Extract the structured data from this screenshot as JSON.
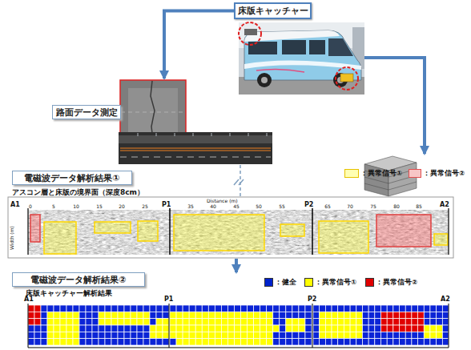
{
  "diagram": {
    "nodes": [
      {
        "text": [
          "床版キャッチャー"
        ]
      },
      {
        "text": [
          "路面データ測定"
        ]
      },
      {
        "text": [
          "電磁波データ解析結果①"
        ]
      },
      {
        "text": [
          "電磁波データ解析結果②"
        ]
      }
    ],
    "edges": [
      {
        "from": 0,
        "to": 1,
        "arrow": "to"
      },
      {
        "from": 2,
        "to": 3,
        "arrow": "to"
      }
    ],
    "labels": [
      "A1",
      "P1",
      "P2",
      "A2",
      "Distance (m)",
      "Width (m)",
      "0",
      "5",
      "10",
      "15",
      "20",
      "25",
      "35",
      "40",
      "45",
      "50",
      "55",
      "65",
      "70",
      "75",
      "80",
      "85",
      "アスコン層と床版の境界面（深度8cm）",
      "床版キャッチャー解析結果",
      "A1",
      "P1",
      "P2",
      "A2"
    ],
    "legend": [
      {
        "text": "：異常信号①",
        "color": "#ffffb3"
      },
      {
        "text": "：異常信号②",
        "color": "#f7c6c6"
      },
      {
        "text": "：健全",
        "color": "#0022cc"
      },
      {
        "text": "：異常信号①",
        "color": "#ffff00"
      },
      {
        "text": "：異常信号②",
        "color": "#e00000"
      }
    ]
  }
}
